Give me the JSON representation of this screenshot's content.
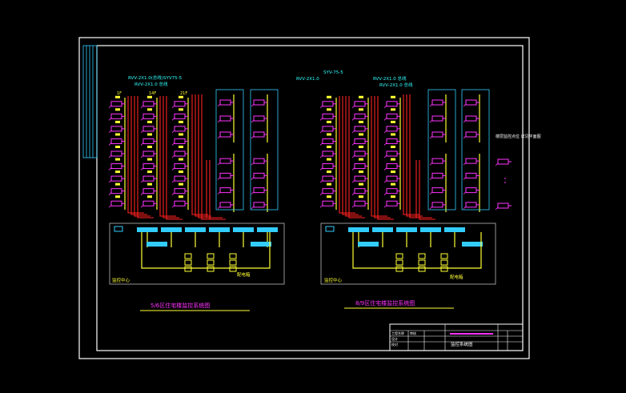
{
  "colors": {
    "background": "#000000",
    "frame": "#ffffff",
    "trunk": "#ff2020",
    "wire": "#ffff33",
    "device": "#ff33ff",
    "label": "#33ffff",
    "panel": "#33ccff",
    "title_underline": "#ffff33"
  },
  "drawing": {
    "left_group": {
      "cable_notes": [
        "RVV-2X1.0(总线)SYV75-5",
        "RVV-2X1.0 总线",
        "1F",
        "14F",
        "21F"
      ],
      "center_label": "监控中心",
      "box_label": "配电箱",
      "title": "5/6区住宅楼监控系统图"
    },
    "right_group": {
      "cable_notes": [
        "SYV-75-5",
        "RVV-2X1.0",
        "RVV-2X1.0 总线",
        "RVV-2X1.0 总线"
      ],
      "center_label": "监控中心",
      "box_label": "配电箱",
      "title": "8/9区住宅楼监控系统图",
      "side_note": "楼层监控点位 详见平面图"
    },
    "title_block": {
      "rows": [
        "工程名称",
        "设计",
        "校对",
        "审核"
      ],
      "drawing_name": "监控系统图"
    }
  }
}
